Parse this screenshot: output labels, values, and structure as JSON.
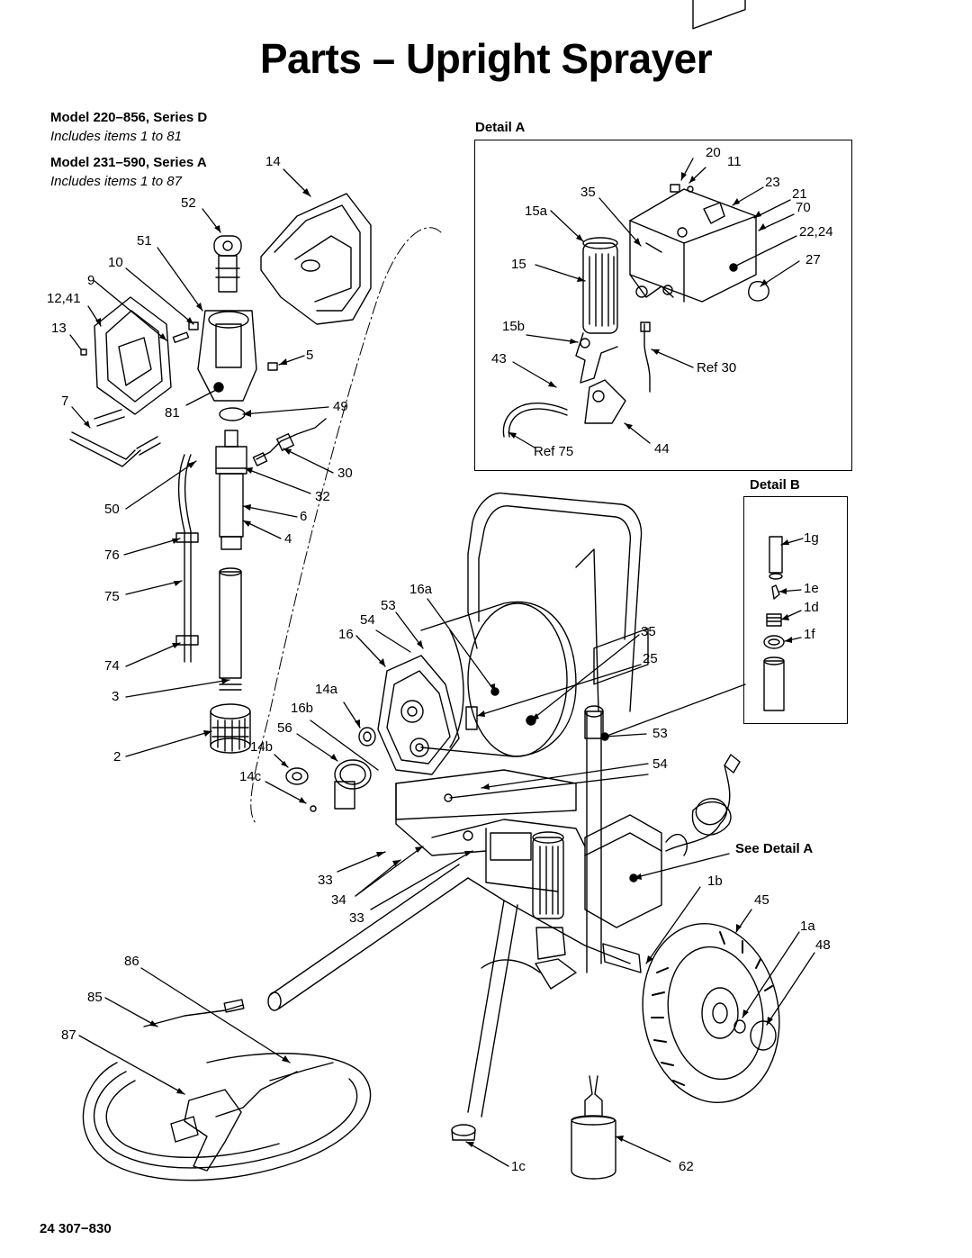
{
  "page": {
    "title": "Parts – Upright Sprayer",
    "footer": "24   307−830"
  },
  "models": [
    {
      "name": "Model 220–856, Series D",
      "includes": "Includes items 1 to 81"
    },
    {
      "name": "Model 231–590, Series A",
      "includes": "Includes items 1 to 87"
    }
  ],
  "detail_a": {
    "title": "Detail A"
  },
  "detail_b": {
    "title": "Detail B"
  },
  "see_detail_a": "See Detail A",
  "callouts": {
    "c14": "14",
    "c52": "52",
    "c51": "51",
    "c10": "10",
    "c9": "9",
    "c12_41": "12,41",
    "c13": "13",
    "c5": "5",
    "c7": "7",
    "c81": "81",
    "c49": "49",
    "c30": "30",
    "c32": "32",
    "c6": "6",
    "c4": "4",
    "c50": "50",
    "c76": "76",
    "c75": "75",
    "c74": "74",
    "c3": "3",
    "c2": "2",
    "c16a": "16a",
    "c53a": "53",
    "c54a": "54",
    "c16": "16",
    "c14a": "14a",
    "c16b": "16b",
    "c56": "56",
    "c14b": "14b",
    "c14c": "14c",
    "c35b": "35",
    "c25": "25",
    "c53b": "53",
    "c54b": "54",
    "c33a": "33",
    "c34": "34",
    "c33b": "33",
    "c1b": "1b",
    "c45": "45",
    "c1a": "1a",
    "c48": "48",
    "c86": "86",
    "c85": "85",
    "c87": "87",
    "c1c": "1c",
    "c62": "62"
  },
  "detail_a_callouts": {
    "a20": "20",
    "a11": "11",
    "a23": "23",
    "a35": "35",
    "a21": "21",
    "a15a": "15a",
    "a70": "70",
    "a22_24": "22,24",
    "a15": "15",
    "a27": "27",
    "a15b": "15b",
    "a43": "43",
    "aref30": "Ref 30",
    "aref75": "Ref 75",
    "a44": "44"
  },
  "detail_b_callouts": {
    "b1g": "1g",
    "b1e": "1e",
    "b1d": "1d",
    "b1f": "1f"
  }
}
